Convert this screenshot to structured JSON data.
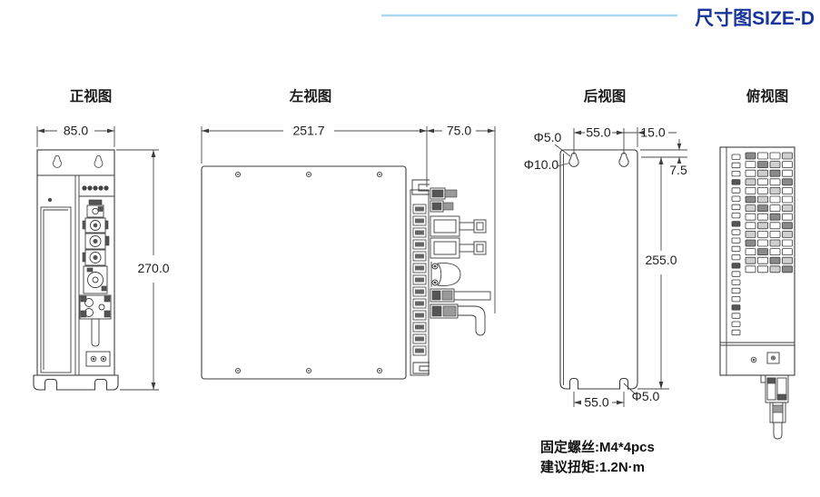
{
  "page": {
    "title": "尺寸图SIZE-D"
  },
  "view_titles": {
    "front": "正视图",
    "left": "左视图",
    "rear": "后视图",
    "top": "俯视图"
  },
  "dimensions": {
    "front": {
      "width": "85.0",
      "height": "270.0"
    },
    "left": {
      "body_depth": "251.7",
      "connector_depth": "75.0"
    },
    "rear": {
      "keyhole_small_dia": "Φ5.0",
      "keyhole_large_dia": "Φ10.0",
      "top_hole_spacing": "55.0",
      "top_edge_offset": "15.0",
      "hole_top_offset": "7.5",
      "hole_vertical_span": "255.0",
      "bottom_slot_spacing": "55.0",
      "bottom_slot_dia": "Φ5.0"
    }
  },
  "notes": {
    "screws": "固定螺丝:M4*4pcs",
    "torque": "建议扭矩:1.2N·m"
  },
  "colors": {
    "accent": "#17349c",
    "rule": "#a9d9f1",
    "line": "#3d3d3d"
  }
}
